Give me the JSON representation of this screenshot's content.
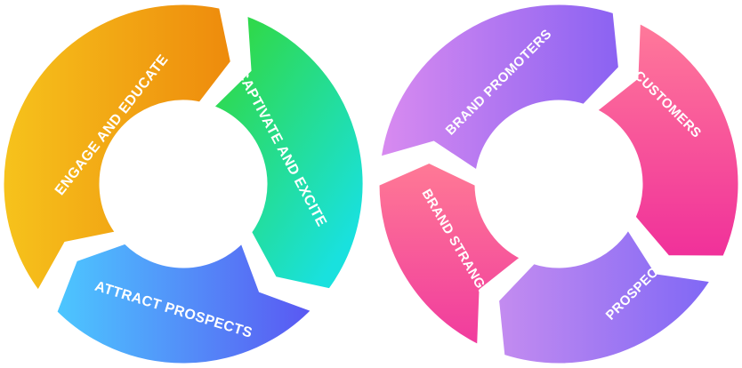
{
  "cycles": [
    {
      "segments": [
        {
          "label": "ENGAGE AND EDUCATE",
          "colors": [
            "#f6c31c",
            "#ee8a0c"
          ]
        },
        {
          "label": "CAPTIVATE AND EXCITE",
          "colors": [
            "#2fd94d",
            "#19e1de"
          ]
        },
        {
          "label": "ATTRACT PROSPECTS",
          "colors": [
            "#4cc8ff",
            "#5a56f2"
          ]
        }
      ]
    },
    {
      "segments": [
        {
          "label": "BRAND PROMOTERS",
          "colors": [
            "#d98bf0",
            "#8a62f2"
          ]
        },
        {
          "label": "CUSTOMERS",
          "colors": [
            "#ff7a9a",
            "#f0309a"
          ]
        },
        {
          "label": "PROSPECTS",
          "colors": [
            "#c48cf0",
            "#7f67f5"
          ]
        },
        {
          "label": "BRAND STRANGERS",
          "colors": [
            "#ff7a95",
            "#f03a9e"
          ]
        }
      ]
    }
  ]
}
